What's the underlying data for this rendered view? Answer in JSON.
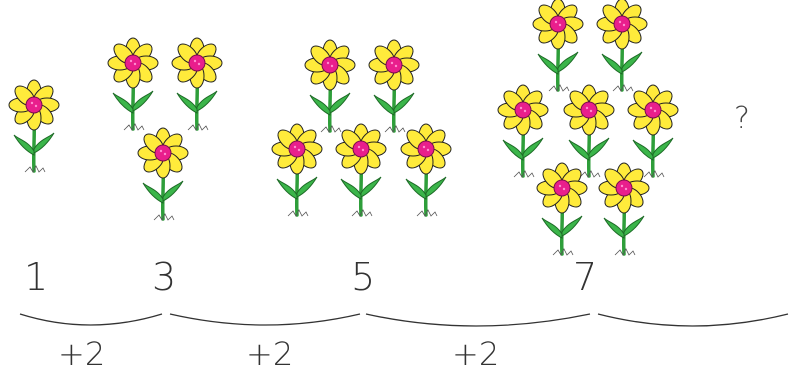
{
  "sequence": {
    "terms": [
      "1",
      "3",
      "5",
      "7"
    ],
    "increments": [
      "+2",
      "+2",
      "+2"
    ],
    "question": "?",
    "flower_counts": [
      1,
      3,
      5,
      7
    ]
  },
  "colors": {
    "petal": "#ffeb3b",
    "center": "#e91e8c",
    "stem": "#2e9e3a",
    "leaf": "#3bb54a",
    "outline": "#222222",
    "brace": "#333333",
    "text": "#333333"
  },
  "icons": {
    "flower": "flower-icon"
  }
}
